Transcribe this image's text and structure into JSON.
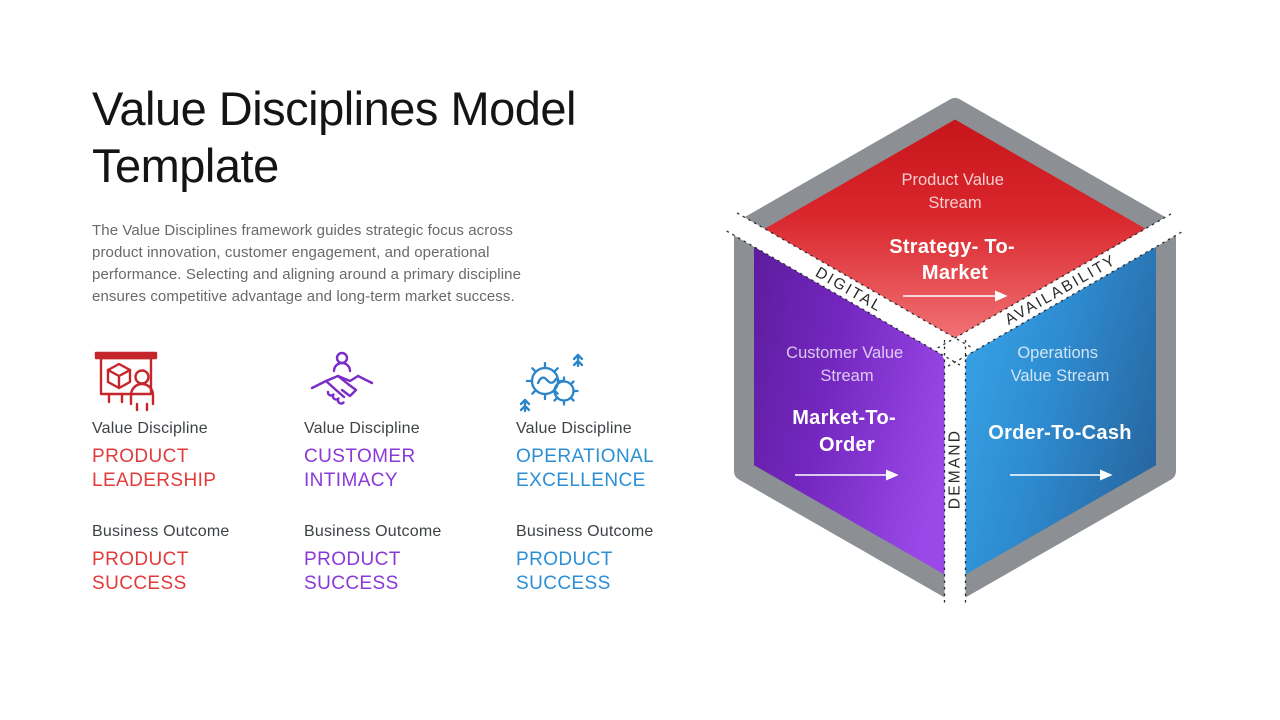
{
  "slide": {
    "title": "Value Disciplines Model Template",
    "description": "The Value Disciplines framework guides strategic focus across product innovation, customer engagement, and operational performance. Selecting and aligning around a primary discipline ensures competitive advantage and long-term market success.",
    "columns": [
      {
        "icon": "presentation-cube-icon",
        "accent": "#E23B3B",
        "icon_color": "#C5262B",
        "discipline_label": "Value Discipline",
        "discipline": "PRODUCT LEADERSHIP",
        "outcome_label": "Business Outcome",
        "outcome": "PRODUCT SUCCESS"
      },
      {
        "icon": "handshake-icon",
        "accent": "#8A38D8",
        "icon_color": "#7A2BC8",
        "discipline_label": "Value Discipline",
        "discipline": "CUSTOMER INTIMACY",
        "outcome_label": "Business Outcome",
        "outcome": "PRODUCT SUCCESS"
      },
      {
        "icon": "gears-improvement-icon",
        "accent": "#2C8FD6",
        "icon_color": "#2B85C8",
        "discipline_label": "Value Discipline",
        "discipline": "OPERATIONAL EXCELLENCE",
        "outcome_label": "Business Outcome",
        "outcome": "PRODUCT SUCCESS"
      }
    ],
    "diagram": {
      "border_color": "#8C9094",
      "edges": [
        "DIGITAL",
        "AVAILABILITY",
        "DEMAND"
      ],
      "arrow_icon": "right-arrow",
      "faces": [
        {
          "position": "top",
          "stream_lines": [
            "Product Value",
            "Stream"
          ],
          "process_lines": [
            "Strategy- To-",
            "Market"
          ],
          "gradient": [
            "#C51419",
            "#F3797C"
          ]
        },
        {
          "position": "left",
          "stream_lines": [
            "Customer Value",
            "Stream"
          ],
          "process_lines": [
            "Market-To-",
            "Order"
          ],
          "gradient": [
            "#5B1C9B",
            "#9A49E8"
          ]
        },
        {
          "position": "right",
          "stream_lines": [
            "Operations",
            "Value Stream"
          ],
          "process_lines": [
            "Order-To-Cash"
          ],
          "gradient": [
            "#39A8EC",
            "#2766A0"
          ]
        }
      ]
    }
  }
}
